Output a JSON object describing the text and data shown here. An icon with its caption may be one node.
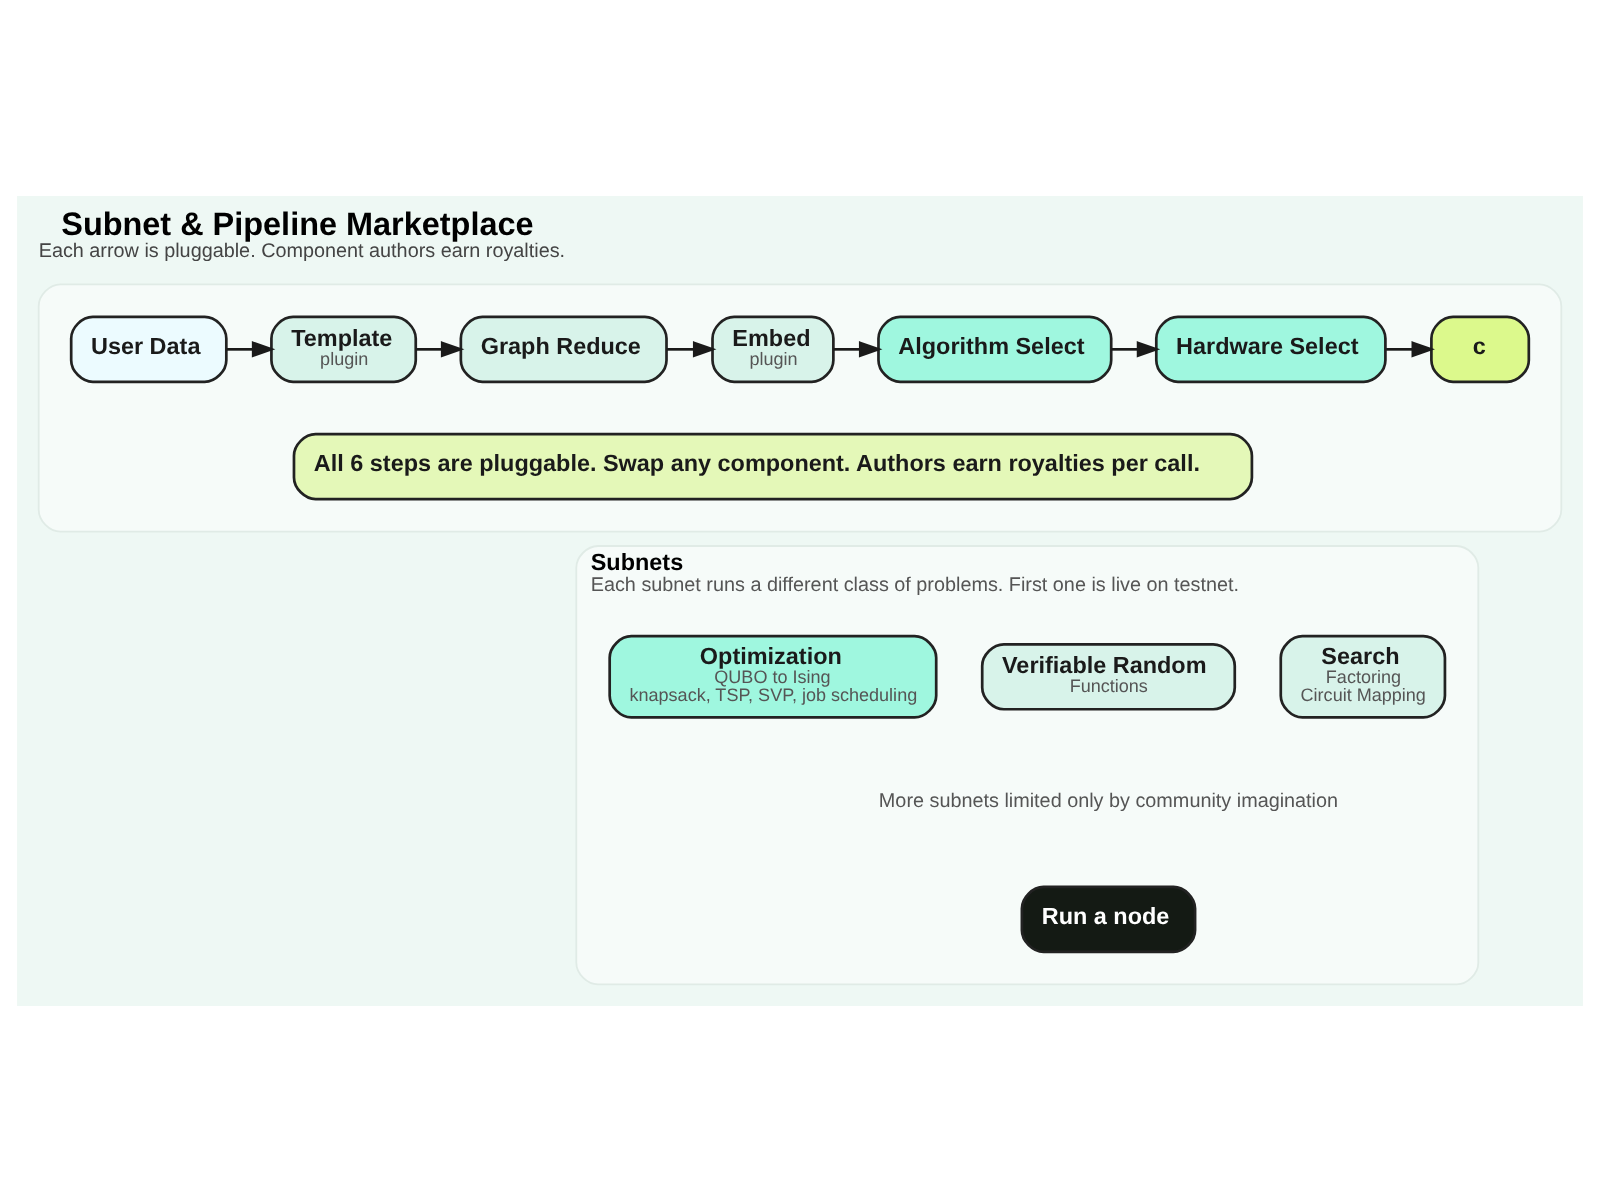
{
  "diagram": {
    "title": "Subnet & Pipeline Marketplace",
    "caption": "Each arrow is pluggable. Component authors earn royalties.",
    "nodes": [
      {
        "text": [],
        "shape": "box"
      },
      {
        "text": [
          "User Data"
        ],
        "in": 0
      },
      {
        "text": [
          "Template",
          "plugin"
        ],
        "in": 0
      },
      {
        "text": [
          "Graph Reduce"
        ],
        "in": 0
      },
      {
        "text": [
          "Embed",
          "plugin"
        ],
        "in": 0
      },
      {
        "text": [
          "Algorithm Select"
        ],
        "in": 0
      },
      {
        "text": [
          "Hardware Select"
        ],
        "in": 0
      },
      {
        "text": [
          "c"
        ],
        "in": 0
      },
      {
        "text": [
          "All 6 steps are pluggable. Swap any component. Authors earn royalties per call."
        ],
        "in": 0
      },
      {
        "text": [
          "Subnets",
          "Each subnet runs a different class of problems. First one is live on testnet."
        ]
      },
      {
        "text": [
          "Optimization",
          "QUBO to Ising",
          "knapsack, TSP, SVP, job scheduling"
        ],
        "in": 9
      },
      {
        "text": [
          "Verifiable Random",
          "Functions"
        ],
        "in": 9
      },
      {
        "text": [
          "Search",
          "Factoring",
          "Circuit Mapping"
        ],
        "in": 9
      },
      {
        "text": [
          "Run a node"
        ],
        "in": 9
      }
    ],
    "edges": [
      {
        "from": 1,
        "to": 2,
        "arrow": "to"
      },
      {
        "from": 2,
        "to": 3,
        "arrow": "to"
      },
      {
        "from": 3,
        "to": 4,
        "arrow": "to"
      },
      {
        "from": 4,
        "to": 5,
        "arrow": "to"
      },
      {
        "from": 5,
        "to": 6,
        "arrow": "to"
      },
      {
        "from": 6,
        "to": 7,
        "arrow": "to"
      }
    ],
    "labels": [
      "More subnets limited only by community imagination"
    ]
  }
}
